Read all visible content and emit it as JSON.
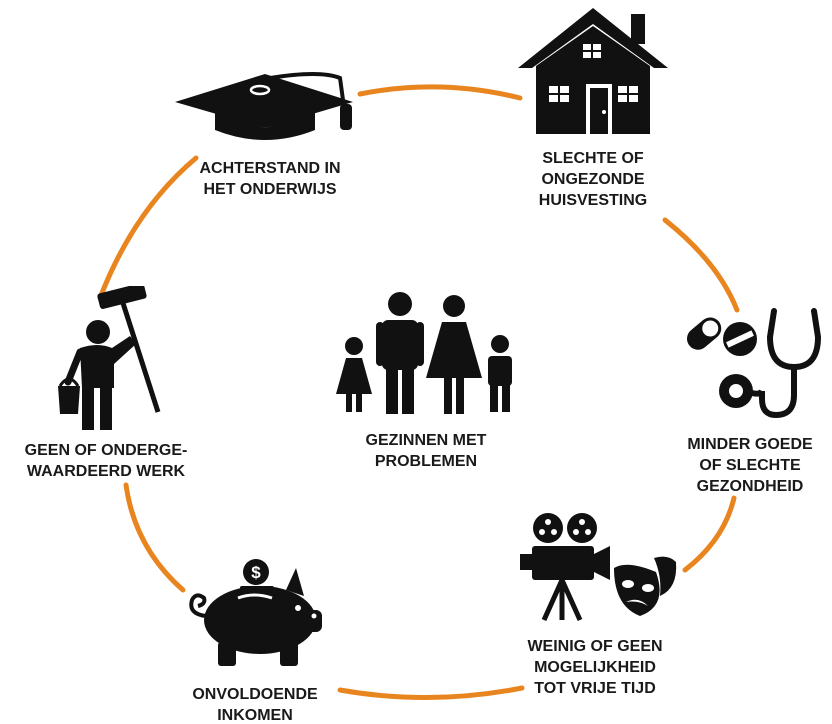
{
  "colors": {
    "ring": "#e9851f",
    "ink": "#111111",
    "text": "#1a1a1a",
    "background": "#ffffff"
  },
  "center": {
    "icon": "family-icon",
    "lines": [
      "GEZINNEN MET",
      "PROBLEMEN"
    ]
  },
  "nodes": {
    "education": {
      "icon": "graduation-cap-icon",
      "lines": [
        "ACHTERSTAND IN",
        "HET ONDERWIJS"
      ]
    },
    "housing": {
      "icon": "house-icon",
      "lines": [
        "SLECHTE OF",
        "ONGEZONDE",
        "HUISVESTING"
      ]
    },
    "health": {
      "icon": "pills-stethoscope-icon",
      "lines": [
        "MINDER GOEDE",
        "OF SLECHTE",
        "GEZONDHEID"
      ]
    },
    "leisure": {
      "icon": "film-camera-theater-masks-icon",
      "lines": [
        "WEINIG OF GEEN",
        "MOGELIJKHEID",
        "TOT VRIJE TIJD"
      ]
    },
    "income": {
      "icon": "piggy-bank-icon",
      "lines": [
        "ONVOLDOENDE",
        "INKOMEN"
      ]
    },
    "work": {
      "icon": "painter-worker-icon",
      "lines": [
        "GEEN OF ONDERGE-",
        "WAARDEERD WERK"
      ]
    }
  }
}
